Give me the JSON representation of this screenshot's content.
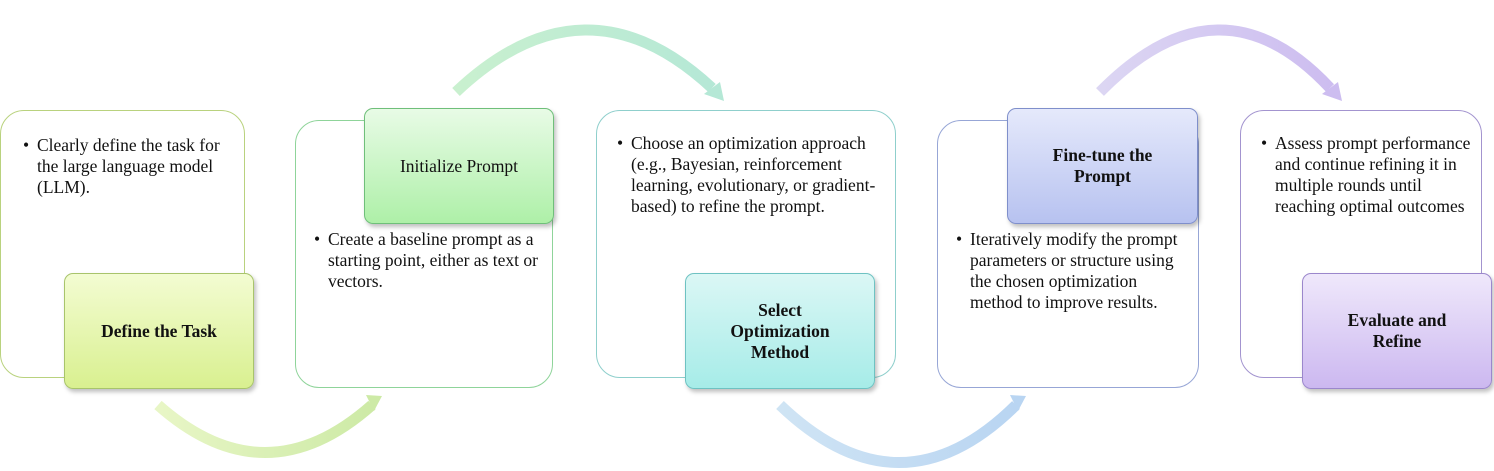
{
  "steps": [
    {
      "title": "Define the Task",
      "description": "Clearly define the task for the large language model (LLM)."
    },
    {
      "title": "Initialize Prompt",
      "description": "Create a baseline prompt as a starting point, either as text or vectors."
    },
    {
      "title": "Select Optimization Method",
      "description": "Choose an optimization approach (e.g., Bayesian, reinforcement learning, evolutionary, or gradient-based) to refine the prompt."
    },
    {
      "title": "Fine-tune the Prompt",
      "description": "Iteratively modify the prompt parameters or structure using the chosen optimization method to improve results."
    },
    {
      "title": "Evaluate and Refine",
      "description": "Assess prompt performance and continue refining it in multiple rounds until reaching optimal outcomes"
    }
  ],
  "colors": {
    "step1": "#d9f090",
    "step2": "#aef0a8",
    "step3": "#a6ece8",
    "step4": "#b7c2f0",
    "step5": "#ccb8f0"
  }
}
